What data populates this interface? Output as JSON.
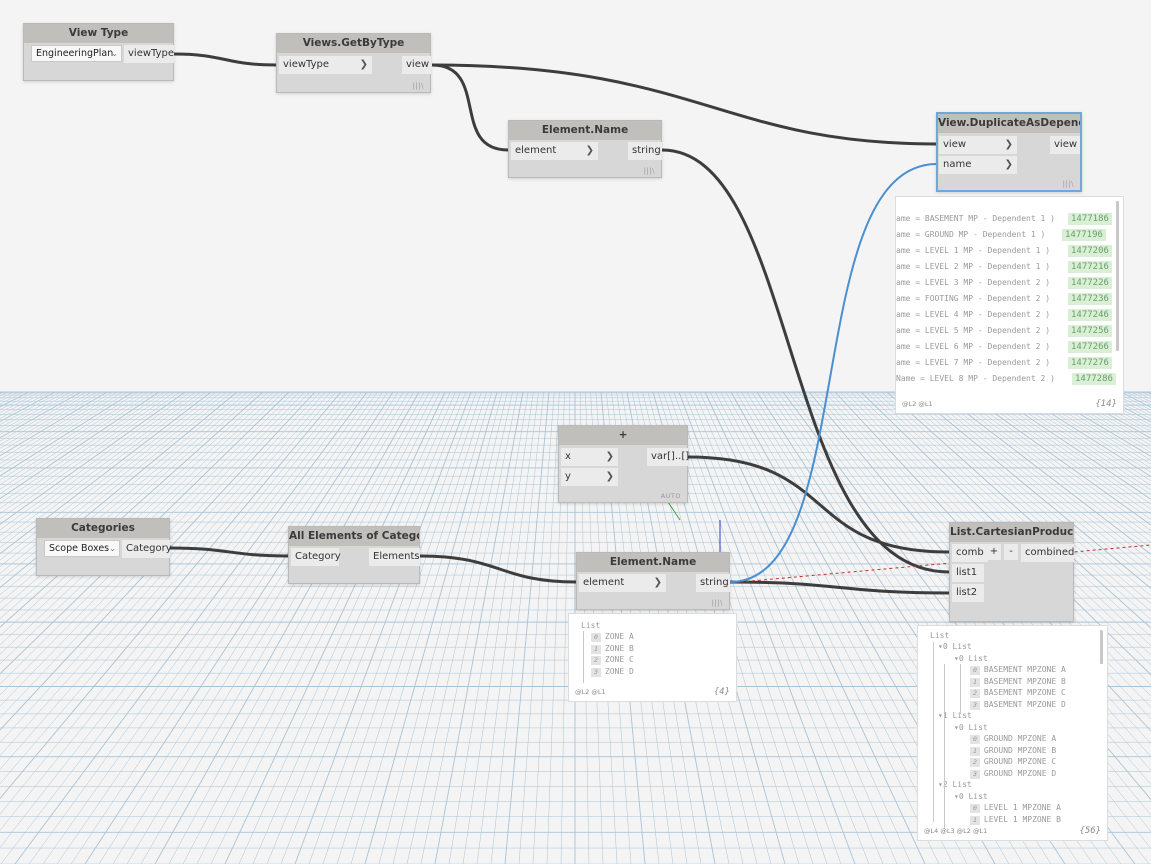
{
  "nodes": {
    "view_type": {
      "title": "View Type",
      "dropdown_value": "EngineeringPlan",
      "output": "viewType"
    },
    "views_get_by_type": {
      "title": "Views.GetByType",
      "input": "viewType",
      "output": "view"
    },
    "element_name_top": {
      "title": "Element.Name",
      "input": "element",
      "output": "string"
    },
    "view_duplicate": {
      "title": "View.DuplicateAsDependent",
      "inputs": [
        "view",
        "name"
      ],
      "output": "view"
    },
    "plus": {
      "title": "+",
      "inputs": [
        "x",
        "y"
      ],
      "output": "var[]..[]",
      "lacing": "AUTO"
    },
    "categories": {
      "title": "Categories",
      "dropdown_value": "Scope Boxes",
      "output": "Category"
    },
    "all_elements": {
      "title": "All Elements of Category",
      "input": "Category",
      "output": "Elements"
    },
    "element_name_bottom": {
      "title": "Element.Name",
      "input": "element",
      "output": "string"
    },
    "cartesian": {
      "title": "List.CartesianProduct",
      "inputs": [
        "comb",
        "list1",
        "list2"
      ],
      "plus_label": "+",
      "minus_label": "-",
      "output": "combined"
    }
  },
  "previews": {
    "duplicate": {
      "lines": [
        {
          "text": "ame = BASEMENT MP - Dependent 1 )",
          "value": "1477186"
        },
        {
          "text": "ame = GROUND MP - Dependent 1 )",
          "value": "1477196"
        },
        {
          "text": "ame = LEVEL 1 MP - Dependent 1 )",
          "value": "1477206"
        },
        {
          "text": "ame = LEVEL 2 MP - Dependent 1 )",
          "value": "1477216"
        },
        {
          "text": "ame = LEVEL 3 MP - Dependent 2 )",
          "value": "1477226"
        },
        {
          "text": "ame = FOOTING MP - Dependent 2 )",
          "value": "1477236"
        },
        {
          "text": "ame = LEVEL 4 MP - Dependent 2 )",
          "value": "1477246"
        },
        {
          "text": "ame = LEVEL 5 MP - Dependent 2 )",
          "value": "1477256"
        },
        {
          "text": "ame = LEVEL 6 MP - Dependent 2 )",
          "value": "1477266"
        },
        {
          "text": "ame = LEVEL 7 MP - Dependent 2 )",
          "value": "1477276"
        },
        {
          "text": "Name = LEVEL 8 MP - Dependent 2 )",
          "value": "1477286"
        }
      ],
      "footer_levels": "@L2 @L1",
      "count": "{14}"
    },
    "zones": {
      "header": "List",
      "items": [
        {
          "idx": "0",
          "text": "ZONE A"
        },
        {
          "idx": "1",
          "text": "ZONE B"
        },
        {
          "idx": "2",
          "text": "ZONE C"
        },
        {
          "idx": "3",
          "text": "ZONE D"
        }
      ],
      "footer_levels": "@L2 @L1",
      "count": "{4}"
    },
    "cartesian": {
      "header": "List",
      "groups": [
        {
          "label": "▾0 List",
          "sub": "▾0 List",
          "items": [
            {
              "idx": "0",
              "text": "BASEMENT MPZONE A"
            },
            {
              "idx": "1",
              "text": "BASEMENT MPZONE B"
            },
            {
              "idx": "2",
              "text": "BASEMENT MPZONE C"
            },
            {
              "idx": "3",
              "text": "BASEMENT MPZONE D"
            }
          ]
        },
        {
          "label": "▾1 List",
          "sub": "▾0 List",
          "items": [
            {
              "idx": "0",
              "text": "GROUND MPZONE A"
            },
            {
              "idx": "1",
              "text": "GROUND MPZONE B"
            },
            {
              "idx": "2",
              "text": "GROUND MPZONE C"
            },
            {
              "idx": "3",
              "text": "GROUND MPZONE D"
            }
          ]
        },
        {
          "label": "▾2 List",
          "sub": "▾0 List",
          "items": [
            {
              "idx": "0",
              "text": "LEVEL 1 MPZONE A"
            },
            {
              "idx": "1",
              "text": "LEVEL 1 MPZONE B"
            }
          ]
        }
      ],
      "footer_levels": "@L4 @L3 @L2 @L1",
      "count": "{56}"
    }
  },
  "colors": {
    "wire": "#3d3d3d",
    "wire_selected": "#4a90d0",
    "grid": "#a9c3d6",
    "header": "#c0bfbb",
    "body": "#d7d7d7",
    "value_bg": "#d9f0d7"
  }
}
